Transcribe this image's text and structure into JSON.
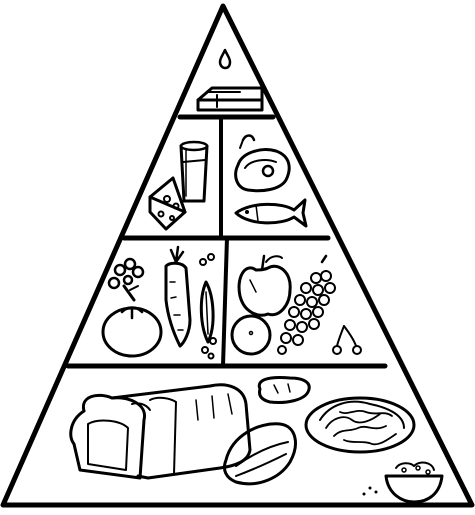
{
  "figure": {
    "kind": "food-guide-pyramid",
    "ink_color": "#000000",
    "paper_color": "#ffffff",
    "tiers": [
      {
        "name": "fats-oils-sweets",
        "items": [
          "oil-drop-icon",
          "butter-stick-icon"
        ]
      },
      {
        "name": "dairy-and-protein",
        "sections": [
          {
            "name": "dairy",
            "items": [
              "milk-glass-icon",
              "cheese-wedge-icon"
            ]
          },
          {
            "name": "meat-fish",
            "items": [
              "steak-icon",
              "fish-icon"
            ]
          }
        ]
      },
      {
        "name": "vegetables-and-fruits",
        "sections": [
          {
            "name": "vegetables",
            "items": [
              "broccoli-icon",
              "carrot-icon",
              "peapod-icon",
              "tomato-icon"
            ]
          },
          {
            "name": "fruits",
            "items": [
              "apple-icon",
              "orange-icon",
              "grapes-icon",
              "cherries-icon"
            ]
          }
        ]
      },
      {
        "name": "grains",
        "items": [
          "bread-loaf-icon",
          "bread-roll-icon",
          "croissant-icon",
          "pasta-plate-icon",
          "cereal-bowl-icon"
        ]
      }
    ]
  }
}
